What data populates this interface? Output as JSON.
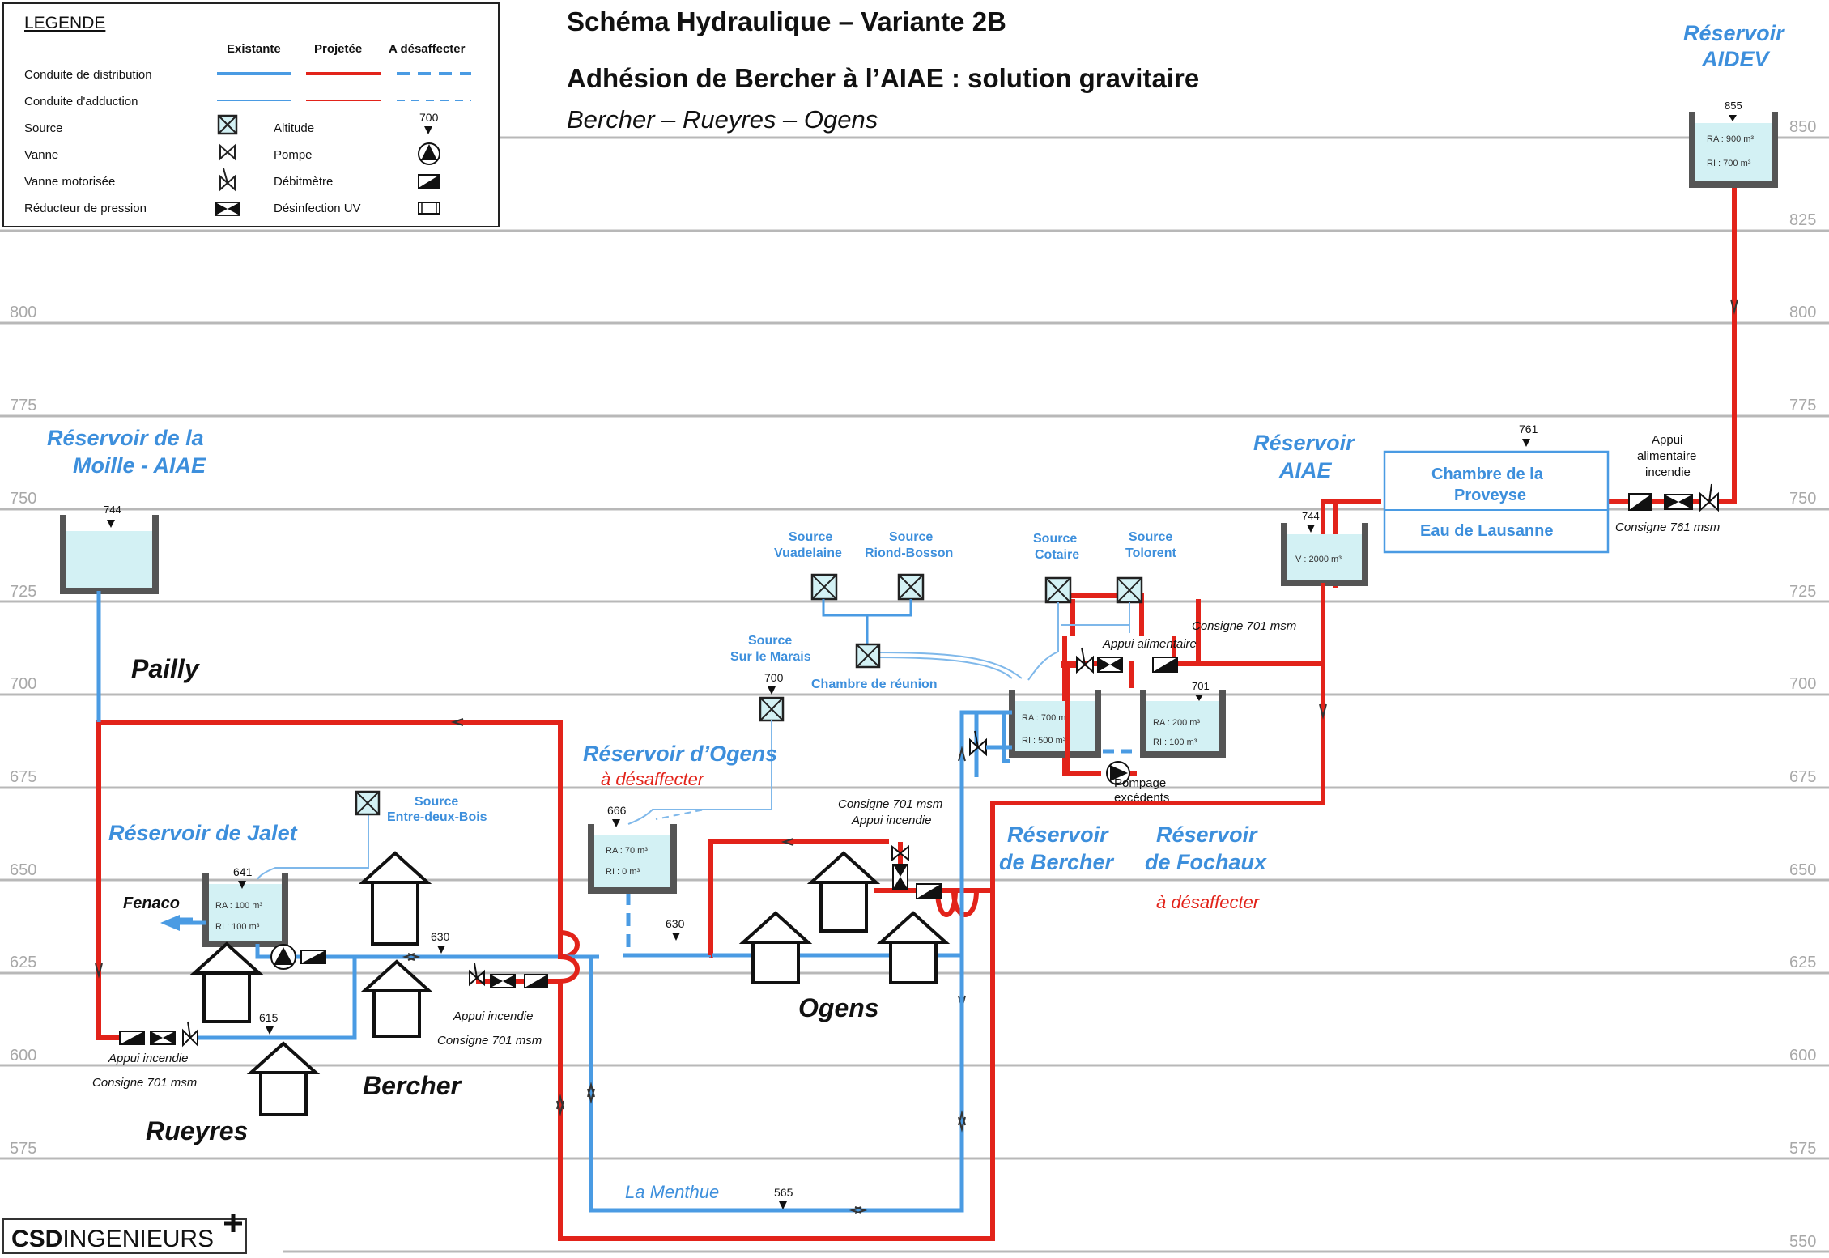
{
  "title": {
    "line1": "Schéma Hydraulique – Variante 2B",
    "line2": "Adhésion de Bercher à l’AIAE : solution gravitaire",
    "line3": "Bercher – Rueyres – Ogens"
  },
  "legend": {
    "heading": "LEGENDE",
    "col_existing": "Existante",
    "col_projected": "Projetée",
    "col_decommission": "A désaffecter",
    "row_distribution": "Conduite de distribution",
    "row_adduction": "Conduite d'adduction",
    "source": "Source",
    "valve": "Vanne",
    "motor_valve": "Vanne motorisée",
    "pressure_reducer": "Réducteur de pression",
    "altitude": "Altitude",
    "altitude_value": "700",
    "pump": "Pompe",
    "flowmeter": "Débitmètre",
    "uv": "Désinfection UV"
  },
  "altitudes_left": [
    "800",
    "775",
    "750",
    "725",
    "700",
    "675",
    "650",
    "625",
    "600",
    "575"
  ],
  "altitudes_right": [
    "850",
    "825",
    "800",
    "775",
    "750",
    "725",
    "700",
    "675",
    "650",
    "625",
    "600",
    "575",
    "550"
  ],
  "reservoirs": {
    "aidev": {
      "name1": "Réservoir",
      "name2": "AIDEV",
      "alt": "855",
      "ra": "RA : 900 m³",
      "ri": "RI :  700 m³"
    },
    "moille": {
      "name1": "Réservoir de la",
      "name2": "Moille - AIAE",
      "alt": "744"
    },
    "aiae": {
      "name1": "Réservoir",
      "name2": "AIAE",
      "alt": "744",
      "v": "V : 2000 m³"
    },
    "jalet": {
      "name": "Réservoir de Jalet",
      "alt": "641",
      "ra": "RA : 100 m³",
      "ri": "RI :  100 m³"
    },
    "ogens": {
      "name": "Réservoir d’Ogens",
      "status": "à désaffecter",
      "alt": "666",
      "ra": "RA : 70 m³",
      "ri": "RI :   0 m³"
    },
    "bercher": {
      "name1": "Réservoir",
      "name2": "de Bercher",
      "ra": "RA : 700 m³",
      "ri": "RI :  500 m³"
    },
    "fochaux": {
      "name1": "Réservoir",
      "name2": "de Fochaux",
      "status": "à désaffecter",
      "alt": "701",
      "ra": "RA : 200 m³",
      "ri": "RI :  100 m³"
    }
  },
  "chamber": {
    "line1": "Chambre de la",
    "line2": "Proveyse",
    "line3": "Eau de Lausanne",
    "alt": "761"
  },
  "sources": {
    "vuadelaine": "Source\nVuadelaine",
    "vuadelaine_1": "Source",
    "vuadelaine_2": "Vuadelaine",
    "riond_1": "Source",
    "riond_2": "Riond-Bosson",
    "cotaire_1": "Source",
    "cotaire_2": "Cotaire",
    "tolorent_1": "Source",
    "tolorent_2": "Tolorent",
    "marais_1": "Source",
    "marais_2": "Sur le Marais",
    "marais_alt": "700",
    "entre_1": "Source",
    "entre_2": "Entre-deux-Bois",
    "reunion": "Chambre de réunion"
  },
  "villages": {
    "pailly": "Pailly",
    "bercher": "Bercher",
    "rueyres": "Rueyres",
    "ogens": "Ogens"
  },
  "annotations": {
    "appui_alimentaire_incendie_1": "Appui",
    "appui_alimentaire_incendie_2": "alimentaire",
    "appui_alimentaire_incendie_3": "incendie",
    "consigne_761": "Consigne 761 msm",
    "consigne_701_top": "Consigne 701 msm",
    "appui_alimentaire": "Appui alimentaire",
    "pompage_1": "Pompage",
    "pompage_2": "excédents",
    "consigne_701_ogens": "Consigne 701 msm",
    "appui_incendie_ogens": "Appui incendie",
    "fenaco": "Fenaco",
    "alt_630_bercher": "630",
    "alt_630_ogens": "630",
    "appui_incendie_bercher": "Appui incendie",
    "consigne_701_bercher": "Consigne 701 msm",
    "alt_615": "615",
    "appui_incendie_rueyres": "Appui incendie",
    "consigne_701_rueyres": "Consigne 701 msm",
    "menthue": "La Menthue",
    "alt_565": "565"
  },
  "logo": {
    "bold": "CSD",
    "rest": "INGENIEURS"
  },
  "colors": {
    "existing": "#4a9be3",
    "projected": "#e2231a",
    "tank": "#d3f1f4",
    "grid": "#b8b8b8"
  }
}
